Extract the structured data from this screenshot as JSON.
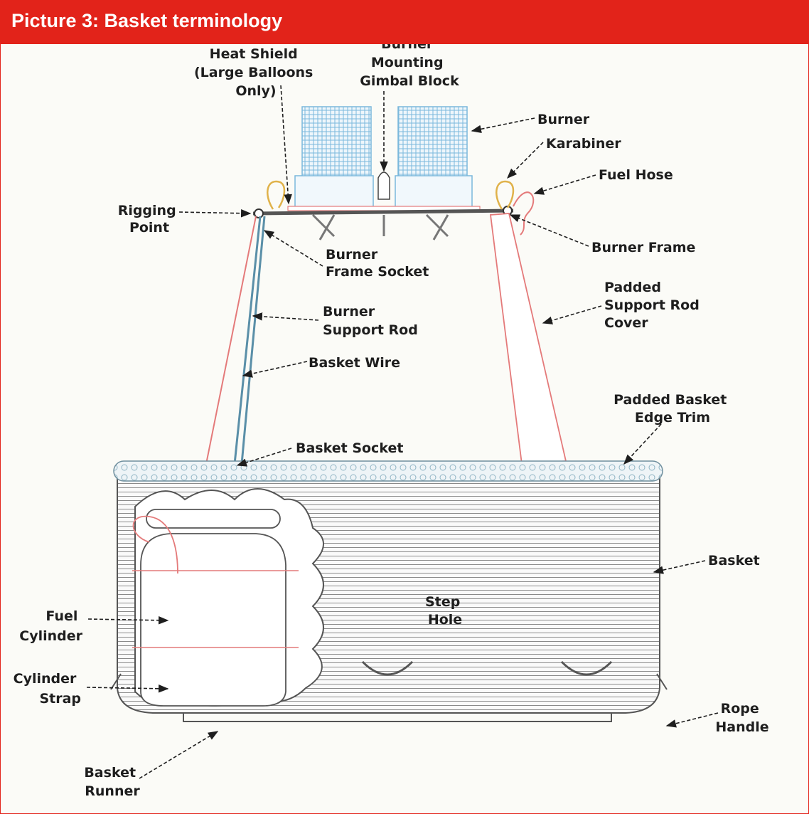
{
  "header": {
    "title": "Picture 3: Basket terminology",
    "background": "#e2231a"
  },
  "diagram": {
    "labels": {
      "heat_shield": [
        "Heat Shield",
        "(Large Balloons",
        "Only)"
      ],
      "gimbal_block": [
        "Burner",
        "Mounting",
        "Gimbal Block"
      ],
      "burner": [
        "Burner"
      ],
      "karabiner": [
        "Karabiner"
      ],
      "fuel_hose": [
        "Fuel Hose"
      ],
      "rigging_point": [
        "Rigging",
        "Point"
      ],
      "burner_frame": [
        "Burner Frame"
      ],
      "burner_frame_socket": [
        "Burner",
        "Frame Socket"
      ],
      "padded_support_rod_cover": [
        "Padded",
        "Support Rod",
        "Cover"
      ],
      "burner_support_rod": [
        "Burner",
        "Support Rod"
      ],
      "basket_wire": [
        "Basket Wire"
      ],
      "padded_basket_edge_trim": [
        "Padded Basket",
        "Edge Trim"
      ],
      "basket_socket": [
        "Basket Socket"
      ],
      "basket": [
        "Basket"
      ],
      "step_hole": [
        "Step",
        "Hole"
      ],
      "fuel_cylinder": [
        "Fuel",
        "Cylinder"
      ],
      "cylinder_strap": [
        "Cylinder",
        "Strap"
      ],
      "rope_handle": [
        "Rope",
        "Handle"
      ],
      "basket_runner": [
        "Basket",
        "Runner"
      ]
    },
    "colors": {
      "burner_coil": "#7ab8dc",
      "outline_red": "#e47a7a",
      "outline_grey": "#555555",
      "support_rod": "#5a8fa8"
    }
  }
}
